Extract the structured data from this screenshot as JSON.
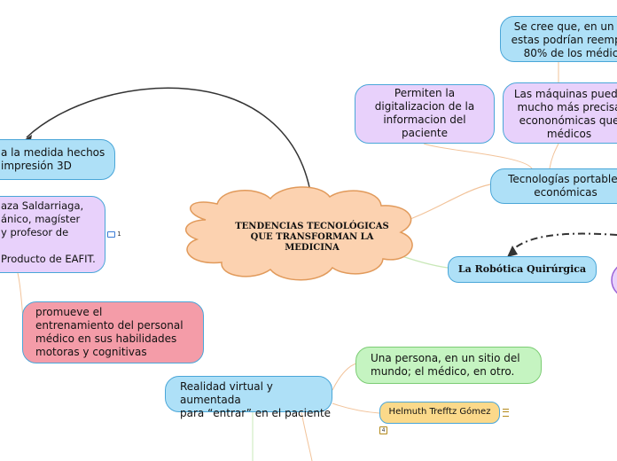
{
  "colors": {
    "blue_fill": "#aee0f7",
    "blue_border": "#4aa6d8",
    "purple_fill": "#e8d1fb",
    "purple_border": "#9a62d6",
    "pink_fill": "#f49ca8",
    "pink_border": "#d9788a",
    "green_fill": "#c5f4c1",
    "green_border": "#7ccc74",
    "yellow_fill": "#fbd98a",
    "yellow_border": "#d7a838",
    "cloud_fill": "#fcd2b0",
    "cloud_border": "#e19a5b"
  },
  "center": {
    "lines": [
      "TENDENCIAS TECNOLÓGICAS",
      "QUE TRANSFORMAN LA",
      "MEDICINA"
    ]
  },
  "nodes": {
    "prediction": {
      "lines": [
        "Se cree que, en un fu",
        "estas podrían reempla",
        "80% de los médic"
      ]
    },
    "digitalization": {
      "lines": [
        "Permiten la",
        "digitalizacion de la",
        "informacion del",
        "paciente"
      ]
    },
    "machines": {
      "lines": [
        "Las máquinas puede",
        "mucho más precisa",
        "econonómicas que",
        "médicos"
      ]
    },
    "portable": {
      "lines": [
        "Tecnologías portables",
        "económicas"
      ]
    },
    "robotics": {
      "label": "La Robótica Quirúrgica"
    },
    "printing": {
      "lines": [
        "a la medida hechos",
        "impresión 3D"
      ]
    },
    "person": {
      "lines": [
        "aza Saldarriaga,",
        "ánico, magíster",
        "y profesor de",
        "",
        " Producto de EAFIT."
      ],
      "badge": "1"
    },
    "training": {
      "lines": [
        "promueve el",
        "entrenamiento del personal",
        "médico en sus habilidades",
        "motoras y cognitivas"
      ]
    },
    "vr": {
      "lines": [
        "Realidad virtual y aumentada",
        "para “entrar” en el paciente"
      ]
    },
    "remote": {
      "lines": [
        "Una persona, en un sitio del",
        "mundo; el médico, en otro."
      ]
    },
    "helmuth": {
      "label": "Helmuth Trefftz Gómez",
      "badge": "4"
    }
  }
}
